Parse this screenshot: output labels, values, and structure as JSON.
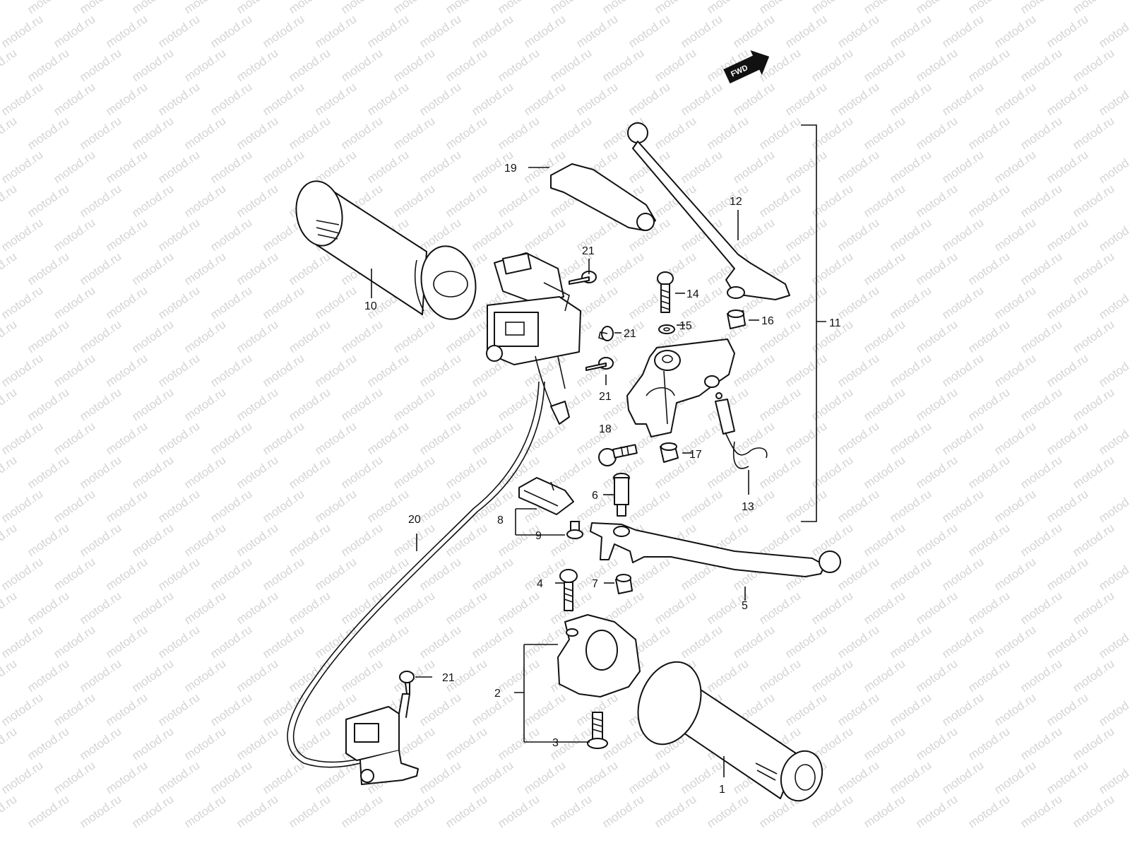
{
  "watermark": "motod.ru",
  "fwd_label": "FWD",
  "callouts": {
    "c1": "1",
    "c2": "2",
    "c3": "3",
    "c4": "4",
    "c5": "5",
    "c6": "6",
    "c7": "7",
    "c8": "8",
    "c9": "9",
    "c10": "10",
    "c11": "11",
    "c12": "12",
    "c13": "13",
    "c14": "14",
    "c15": "15",
    "c16": "16",
    "c17": "17",
    "c18": "18",
    "c19": "19",
    "c20": "20",
    "c21a": "21",
    "c21b": "21",
    "c21c": "21",
    "c21d": "21"
  },
  "colors": {
    "line": "#111111",
    "watermark": "#d4d4d4",
    "background": "#ffffff"
  }
}
